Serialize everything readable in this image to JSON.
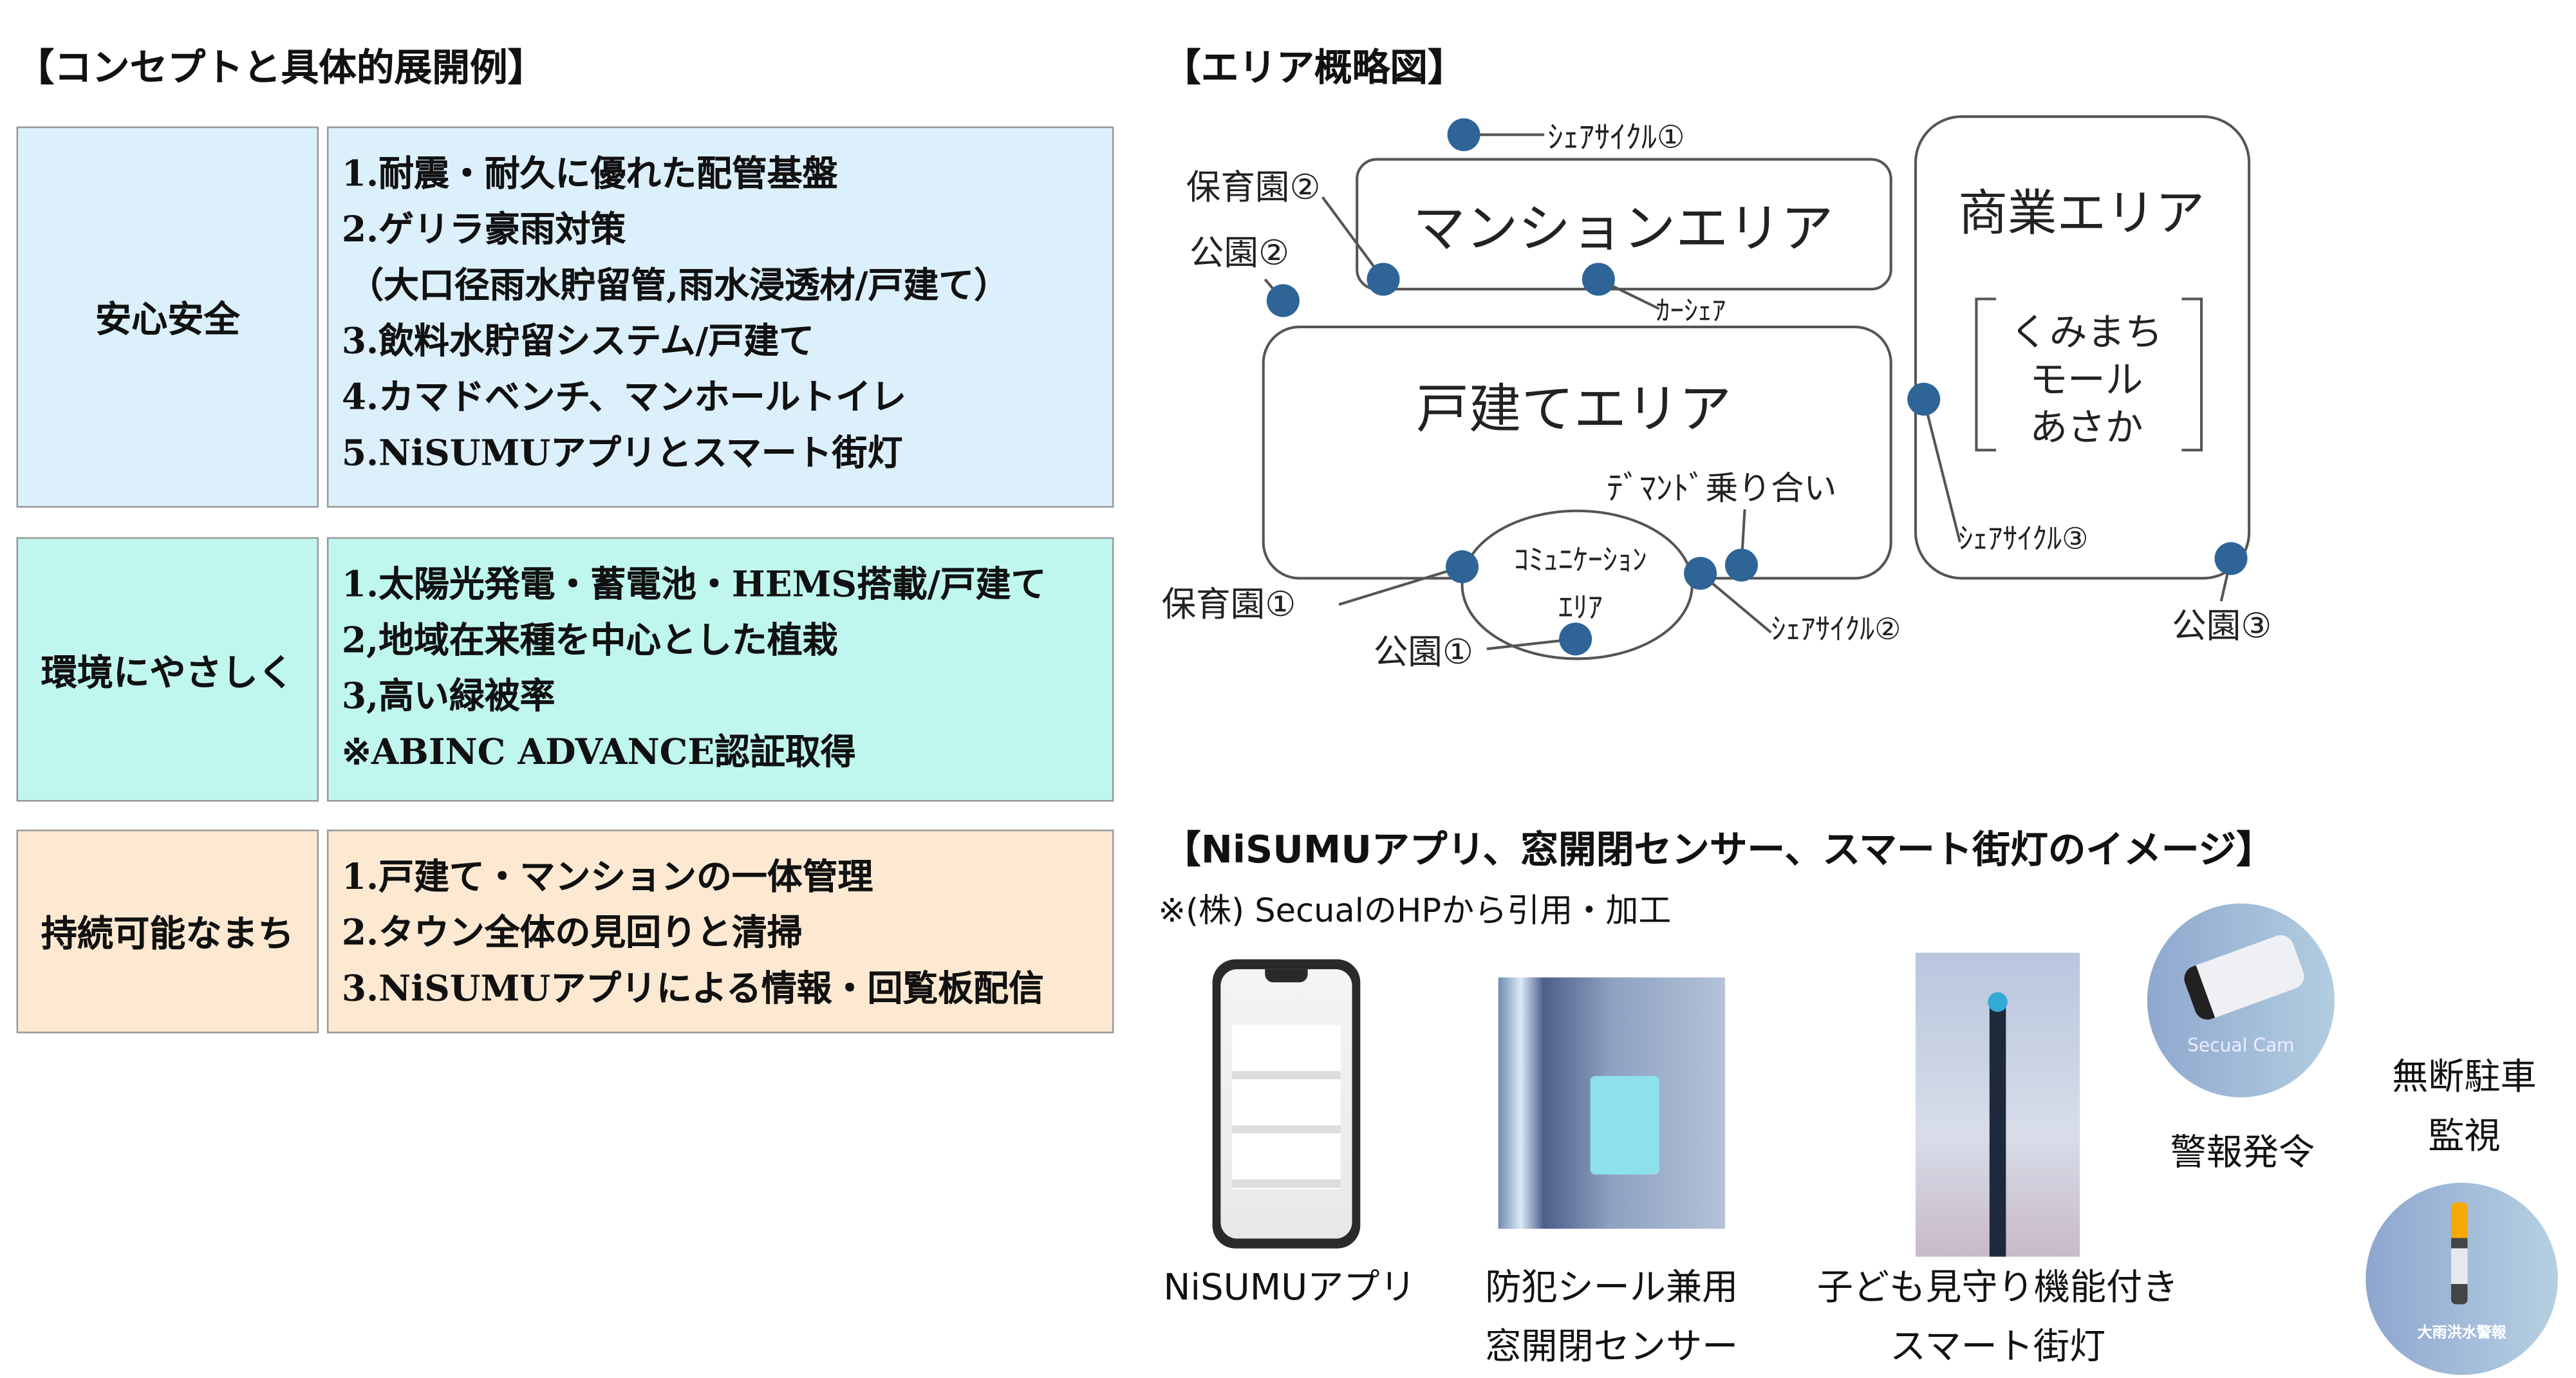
{
  "concept": {
    "title": "【コンセプトと具体的展開例】",
    "rows": [
      {
        "label": "安心安全",
        "color": "#dcf0fc",
        "items": [
          "1.耐震・耐久に優れた配管基盤",
          "2.ゲリラ豪雨対策",
          "（大口径雨水貯留管,雨水浸透材/戸建て）",
          "3.飲料水貯留システム/戸建て",
          "4.カマドベンチ、マンホールトイレ",
          "5.NiSUMUアプリとスマート街灯"
        ]
      },
      {
        "label": "環境にやさしく",
        "color": "#bff7ee",
        "items": [
          "1.太陽光発電・蓄電池・HEMS搭載/戸建て",
          "2,地域在来種を中心とした植栽",
          "3,高い緑被率",
          "※ABINC ADVANCE認証取得"
        ]
      },
      {
        "label": "持続可能なまち",
        "color": "#fde9d2",
        "items": [
          "1.戸建て・マンションの一体管理",
          "2.タウン全体の見回りと清掃",
          "3.NiSUMUアプリによる情報・回覧板配信"
        ]
      }
    ]
  },
  "area_map": {
    "title": "【エリア概略図】",
    "areas": {
      "mansion": "マンションエリア",
      "house": "戸建てエリア",
      "commercial": "商業エリア",
      "mall": [
        "くみまち",
        "モール",
        "あさか"
      ],
      "community": [
        "ｺﾐｭﾆｹｰｼｮﾝ",
        "ｴﾘｱ"
      ]
    },
    "labels": {
      "cycle1": "ｼｪｱｻｲｸﾙ①",
      "cycle2": "ｼｪｱｻｲｸﾙ②",
      "cycle3": "ｼｪｱｻｲｸﾙ③",
      "carshare": "ｶｰｼｪｱ",
      "demand": "ﾃﾞﾏﾝﾄﾞ乗り合い",
      "nursery1": "保育園①",
      "nursery2": "保育園②",
      "park1": "公園①",
      "park2": "公園②",
      "park3": "公園③"
    },
    "dot_color": "#2f6496"
  },
  "images": {
    "title": "【NiSUMUアプリ、窓開閉センサー、スマート街灯のイメージ】",
    "note": "※(株) SecualのHPから引用・加工",
    "captions": {
      "app": "NiSUMUアプリ",
      "sensor": [
        "防犯シール兼用",
        "窓開閉センサー"
      ],
      "light": [
        "子ども見守り機能付き",
        "スマート街灯"
      ],
      "alarm": "警報発令",
      "parking": [
        "無断駐車",
        "監視"
      ]
    },
    "cam_label": "Secual Cam",
    "flood_label": "大雨洪水警報"
  }
}
